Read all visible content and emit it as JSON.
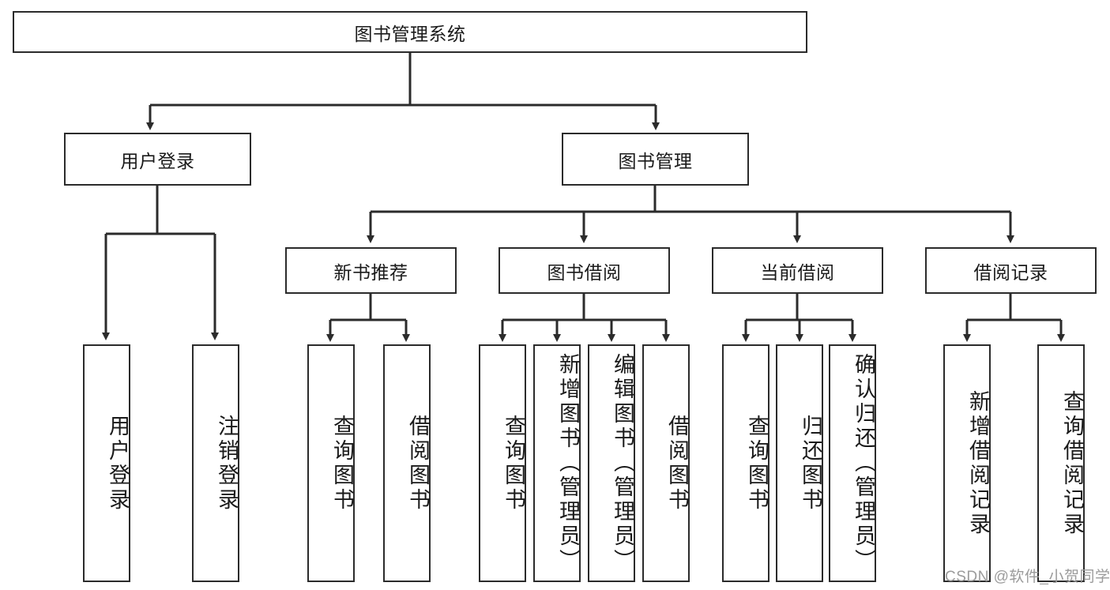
{
  "diagram": {
    "title": "图书管理系统",
    "type": "tree-hierarchy",
    "root": {
      "label": "图书管理系统"
    },
    "level2": [
      {
        "label": "用户登录"
      },
      {
        "label": "图书管理"
      }
    ],
    "level3": [
      {
        "label": "新书推荐"
      },
      {
        "label": "图书借阅"
      },
      {
        "label": "当前借阅"
      },
      {
        "label": "借阅记录"
      }
    ],
    "leaves": {
      "user_login": [
        {
          "label": "用户登录"
        },
        {
          "label": "注销登录"
        }
      ],
      "new_book_recommend": [
        {
          "label": "查询图书"
        },
        {
          "label": "借阅图书"
        }
      ],
      "book_borrow": [
        {
          "label": "查询图书"
        },
        {
          "label": "新增图书（管理员）"
        },
        {
          "label": "编辑图书（管理员）"
        },
        {
          "label": "借阅图书"
        }
      ],
      "current_borrow": [
        {
          "label": "查询图书"
        },
        {
          "label": "归还图书"
        },
        {
          "label": "确认归还（管理员）"
        }
      ],
      "borrow_record": [
        {
          "label": "新增借阅记录"
        },
        {
          "label": "查询借阅记录"
        }
      ]
    }
  },
  "watermark": {
    "text": "CSDN @软件_小贺同学"
  },
  "colors": {
    "border": "#2b2b2b",
    "background": "#ffffff",
    "text": "#1a1a1a",
    "watermark": "#9b9b9b"
  }
}
